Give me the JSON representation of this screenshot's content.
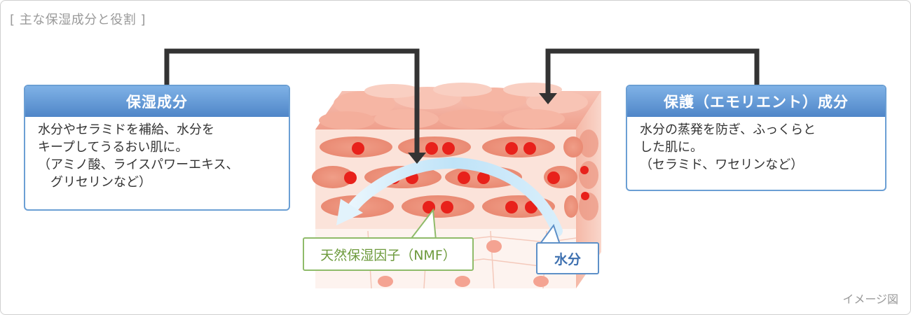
{
  "page_title": "[ 主な保湿成分と役割 ]",
  "caption": "イメージ図",
  "moisturizing": {
    "title": "保湿成分",
    "lines": [
      "水分やセラミドを補給、水分を",
      "キープしてうるおい肌に。",
      "（アミノ酸、ライスパワーエキス、",
      "　グリセリンなど）"
    ]
  },
  "emollient": {
    "title": "保護（エモリエント）成分",
    "lines": [
      "水分の蒸発を防ぎ、ふっくらと",
      "した肌に。",
      "（セラミド、ワセリンなど）"
    ]
  },
  "labels": {
    "nmf": "天然保湿因子（NMF）",
    "water": "水分"
  },
  "colors": {
    "box_border": "#6b9fd4",
    "box_header": "#5b93d2",
    "nmf_green": "#8fbb6a",
    "water_blue": "#5d90c8",
    "skin_pink": "#f2a996",
    "cell_dot": "#e8211b",
    "arrow_dark": "#333333",
    "moisture_arc": "#bfe3f8"
  }
}
